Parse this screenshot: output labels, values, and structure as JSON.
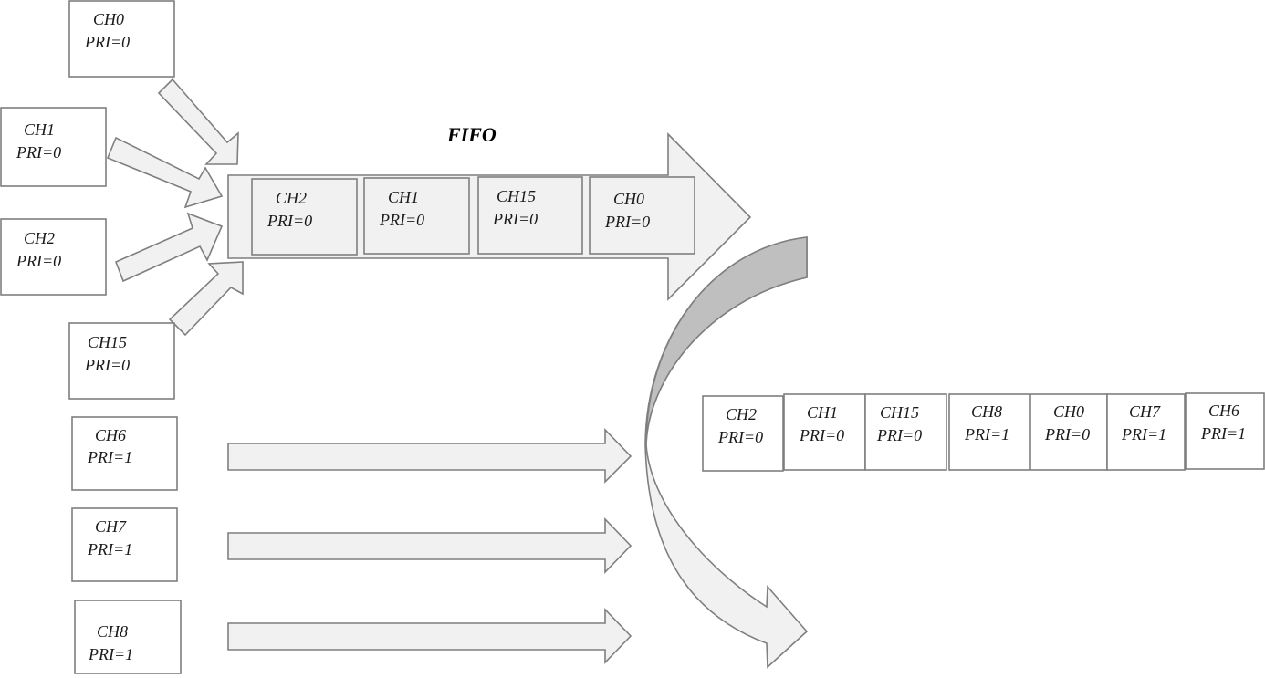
{
  "fifo_label": "FIFO",
  "input_channels": [
    {
      "ch": "CH0",
      "pri": "PRI=0"
    },
    {
      "ch": "CH1",
      "pri": "PRI=0"
    },
    {
      "ch": "CH2",
      "pri": "PRI=0"
    },
    {
      "ch": "CH15",
      "pri": "PRI=0"
    },
    {
      "ch": "CH6",
      "pri": "PRI=1"
    },
    {
      "ch": "CH7",
      "pri": "PRI=1"
    },
    {
      "ch": "CH8",
      "pri": "PRI=1"
    }
  ],
  "fifo_queue": [
    {
      "ch": "CH2",
      "pri": "PRI=0"
    },
    {
      "ch": "CH1",
      "pri": "PRI=0"
    },
    {
      "ch": "CH15",
      "pri": "PRI=0"
    },
    {
      "ch": "CH0",
      "pri": "PRI=0"
    }
  ],
  "output_queue": [
    {
      "ch": "CH2",
      "pri": "PRI=0"
    },
    {
      "ch": "CH1",
      "pri": "PRI=0"
    },
    {
      "ch": "CH15",
      "pri": "PRI=0"
    },
    {
      "ch": "CH8",
      "pri": "PRI=1"
    },
    {
      "ch": "CH0",
      "pri": "PRI=0"
    },
    {
      "ch": "CH7",
      "pri": "PRI=1"
    },
    {
      "ch": "CH6",
      "pri": "PRI=1"
    }
  ]
}
